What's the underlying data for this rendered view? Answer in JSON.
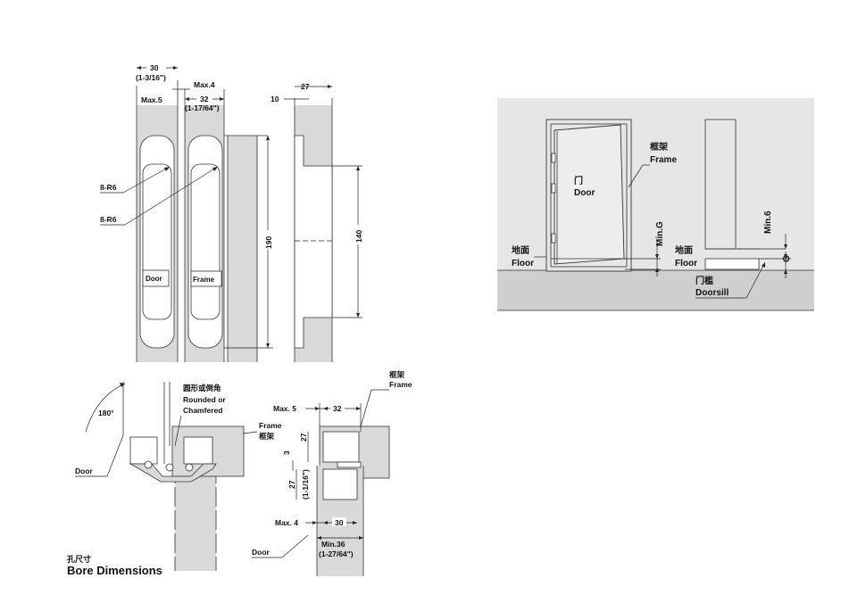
{
  "bore_top": {
    "dim_30": "30",
    "dim_30_in": "(1-3/16\")",
    "max4": "Max.4",
    "max5": "Max.5",
    "dim_32": "32",
    "dim_32_in": "(1-17/64\")",
    "dim_10": "10",
    "dim_27": "27",
    "r6a": "8-R6",
    "r6b": "8-R6",
    "dim_190": "190",
    "dim_140": "140",
    "door_label": "Door",
    "frame_label": "Frame"
  },
  "bore_bottom": {
    "angle": "180°",
    "rounded_cn": "圆形或倒角",
    "rounded_en1": "Rounded or",
    "rounded_en2": "Chamfered",
    "frame_en": "Frame",
    "frame_cn": "框架",
    "door_en": "Door",
    "caption_cn": "孔尺寸",
    "caption_en": "Bore Dimensions"
  },
  "bore_section": {
    "frame_cn": "框架",
    "frame_en": "Frame",
    "max5": "Max. 5",
    "dim_32": "32",
    "dim_27": "27",
    "dim_3": "3",
    "dim_27b": "27",
    "dim_27b_in": "(1-1/16\")",
    "max4": "Max. 4",
    "dim_30": "30",
    "door_en": "Door",
    "min36": "Min.36",
    "min36_in": "(1-27/64\")"
  },
  "elevation": {
    "frame_cn": "框架",
    "frame_en": "Frame",
    "door_cn": "门",
    "door_en": "Door",
    "min_g": "Min.G",
    "floor_cn_1": "地面",
    "floor_en_1": "Floor",
    "floor_cn_2": "地面",
    "floor_en_2": "Floor",
    "min_6": "Min.6",
    "g": "G",
    "doorsill_cn": "门槛",
    "doorsill_en": "Doorsill"
  }
}
